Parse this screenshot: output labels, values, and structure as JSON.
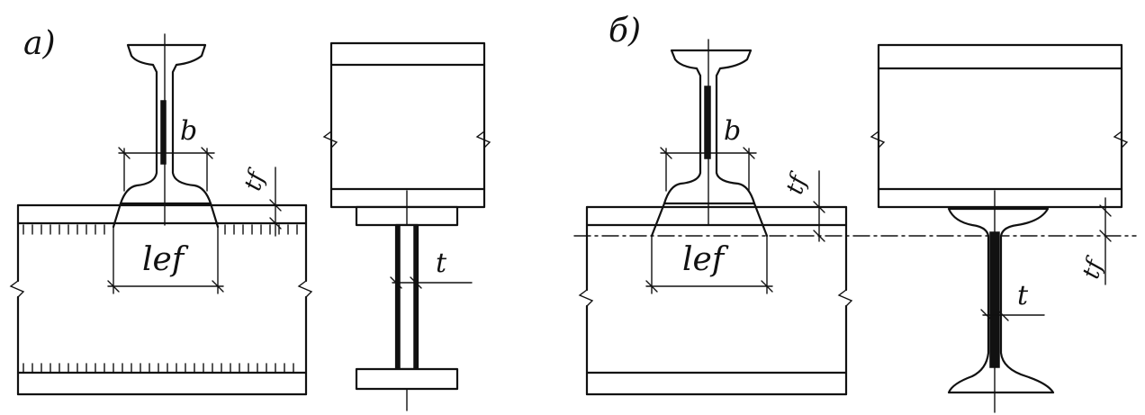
{
  "panels": [
    {
      "id": "a",
      "caption": "а)",
      "labels": {
        "width": "b",
        "flange_thickness": "tf",
        "effective_length": "lef",
        "web_thickness": "t"
      }
    },
    {
      "id": "b",
      "caption": "б)",
      "labels": {
        "width": "b",
        "flange_thickness_upper": "tf",
        "flange_thickness_lower": "tf",
        "effective_length": "lef",
        "web_thickness": "t"
      }
    }
  ]
}
